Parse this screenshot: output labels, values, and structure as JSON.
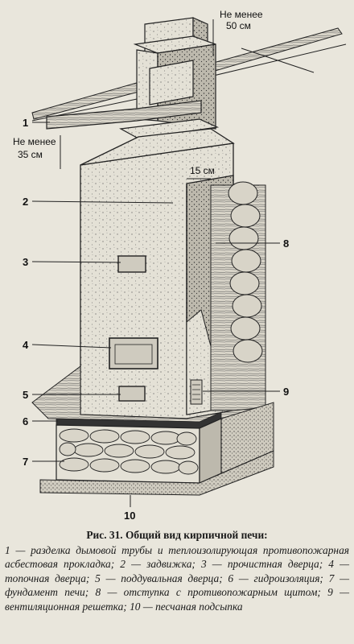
{
  "figure": {
    "dim_top": "Не менее 50 см",
    "dim_top_l1": "Не менее",
    "dim_top_l2": "50 см",
    "dim_left_l1": "Не менее",
    "dim_left_l2": "35 см",
    "dim_side": "15 см",
    "labels": [
      "1",
      "2",
      "3",
      "4",
      "5",
      "6",
      "7",
      "8",
      "9",
      "10"
    ]
  },
  "caption": {
    "title": "Рис. 31. Общий вид кирпичной печи:",
    "body": "1 — разделка дымовой трубы и теплоизолирующая противопожарная асбестовая прокладка; 2 — задвижка; 3 — прочистная дверца; 4 — топочная дверца; 5 — поддувальная дверца; 6 — гидроизоляция; 7 — фундамент печи; 8 — отступка с противопожарным щитом; 9 — вентиляционная решетка; 10 — песчаная подсыпка"
  }
}
